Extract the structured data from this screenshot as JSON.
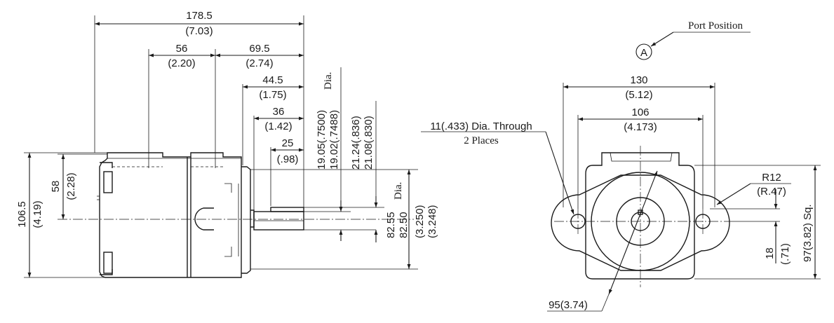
{
  "side_view": {
    "overall_length": "178.5",
    "overall_length_in": "(7.03)",
    "body_to_flange": "56",
    "body_to_flange_in": "(2.20)",
    "flange_to_shaft_end": "69.5",
    "flange_to_shaft_end_in": "(2.74)",
    "shaft_length": "44.5",
    "shaft_length_in": "(1.75)",
    "key_start": "36",
    "key_start_in": "(1.42)",
    "key_length": "25",
    "key_length_in": "(.98)",
    "height": "106.5",
    "height_in": "(4.19)",
    "center_height": "58",
    "center_height_in": "(2.28)",
    "shaft_dia_1": "19.05(.7500)",
    "shaft_dia_2": "19.02(.7488)",
    "shaft_dia_label": "Dia.",
    "key_height_1": "21.24(.836)",
    "key_height_2": "21.08(.830)",
    "pilot_dia_1": "82.55",
    "pilot_dia_2": "82.50",
    "pilot_dia_label": "Dia.",
    "pilot_dia_in_1": "(3.250)",
    "pilot_dia_in_2": "(3.248)"
  },
  "front_view": {
    "port_position_label": "Port Position",
    "port_marker": "A",
    "flange_width": "130",
    "flange_width_in": "(5.12)",
    "bolt_spacing": "106",
    "bolt_spacing_in": "(4.173)",
    "hole_note_1": "11(.433) Dia. Through",
    "hole_note_2": "2 Places",
    "radius": "R12",
    "radius_in": "(R.47)",
    "square_size": "97(3.82) Sq.",
    "offset": "18",
    "offset_in": "(.71)",
    "circle_dia": "95(3.74)"
  }
}
